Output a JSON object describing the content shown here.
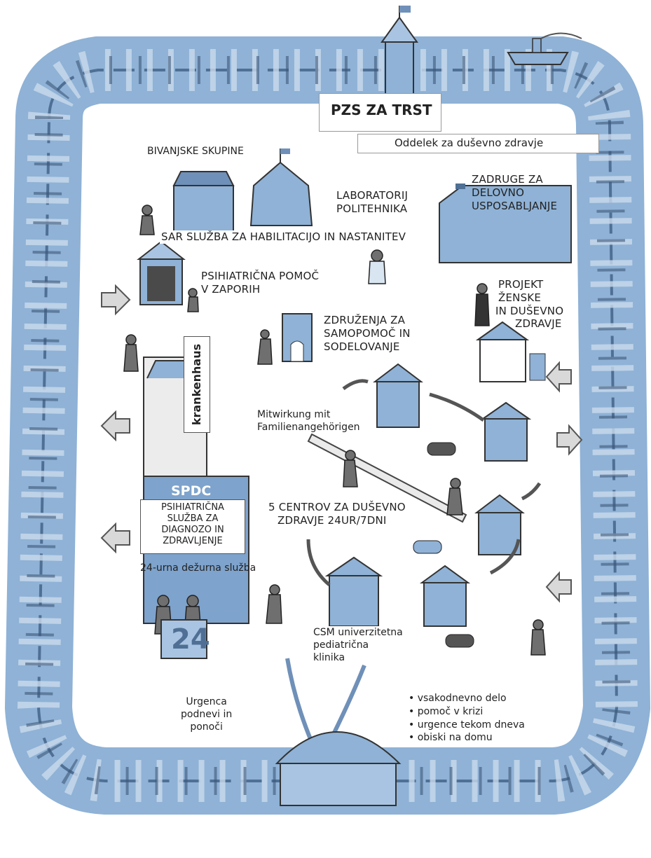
{
  "header": {
    "title": "PZS ZA TRST",
    "subtitle": "Oddelek za duševno zdravje"
  },
  "labels": {
    "bivanjske": "BIVANJSKE SKUPINE",
    "laboratorij": [
      "LABORATORIJ",
      "POLITEHNIKA"
    ],
    "zadruge": [
      "ZADRUGE ZA",
      "DELOVNO",
      "USPOSABLJANJE"
    ],
    "sar": "SAR SLUŽBA ZA HABILITACIJO IN NASTANITEV",
    "psih_pomoc": [
      "PSIHIATRIČNA POMOČ",
      "V ZAPORIH"
    ],
    "projekt": [
      "PROJEKT",
      "ŽENSKE",
      "IN DUŠEVNO",
      "ZDRAVJE"
    ],
    "zdruzenja": [
      "ZDRUŽENJA ZA",
      "SAMOPOMOČ IN",
      "SODELOVANJE"
    ],
    "krankenhaus": "krankenhaus",
    "mitwirkung": [
      "Mitwirkung mit",
      "Familienangehörigen"
    ],
    "spdc": "SPDC",
    "spdc_desc": [
      "PSIHIATRIČNA",
      "SLUŽBA ZA",
      "DIAGNOZO IN",
      "ZDRAVLJENJE"
    ],
    "centrov": [
      "5 CENTROV ZA DUŠEVNO",
      "ZDRAVJE 24UR/7DNI"
    ],
    "dezurna": "24-urna dežurna služba",
    "csm": [
      "CSM univerzitetna",
      "pediatrična",
      "klinika"
    ],
    "urgenca": [
      "Urgenca",
      "podnevi in",
      "ponoči"
    ],
    "bullets": [
      "vsakodnevno delo",
      "pomoč v krizi",
      "urgence tekom dneva",
      "obiski na domu"
    ],
    "sign_24": "24"
  },
  "colors": {
    "frame_blue": "#8fb2d6",
    "frame_dark": "#4f6f94",
    "spdc_bg": "#7ea3cc"
  }
}
